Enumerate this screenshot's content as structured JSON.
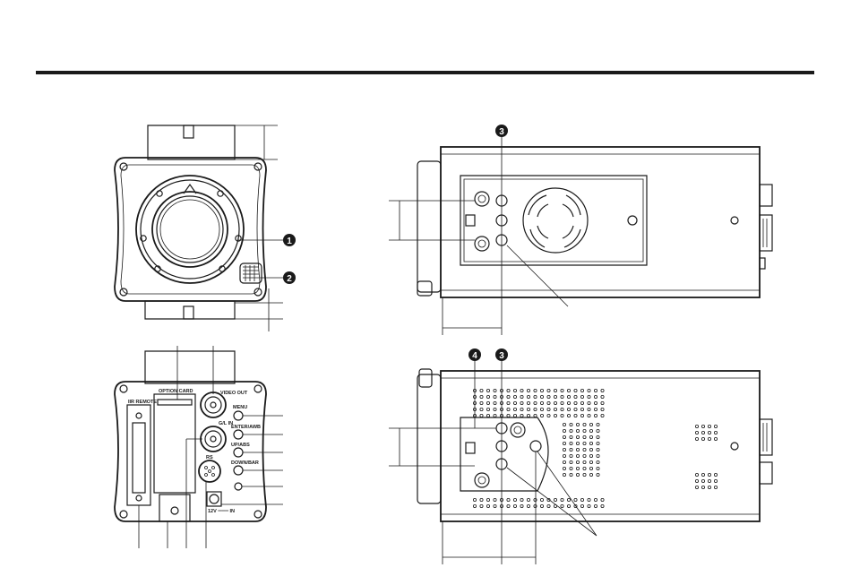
{
  "badges": {
    "b1": "1",
    "b2": "2",
    "b3_side": "3",
    "b3_bottom": "3",
    "b4": "4"
  },
  "rear_labels": {
    "option_card": "OPTION CARD",
    "video_out": "VIDEO OUT",
    "menu": "MENU",
    "enter_awb": "ENTER/AWB",
    "gl_in": "G/L IN",
    "up_abs": "UP/ABS",
    "rs": "RS",
    "down_bar": "DOWN/BAR",
    "dc_in": "12V ═══ IN",
    "remote": "IIR REMOTE"
  },
  "colors": {
    "ink": "#1a1a1a",
    "paper": "#ffffff"
  }
}
